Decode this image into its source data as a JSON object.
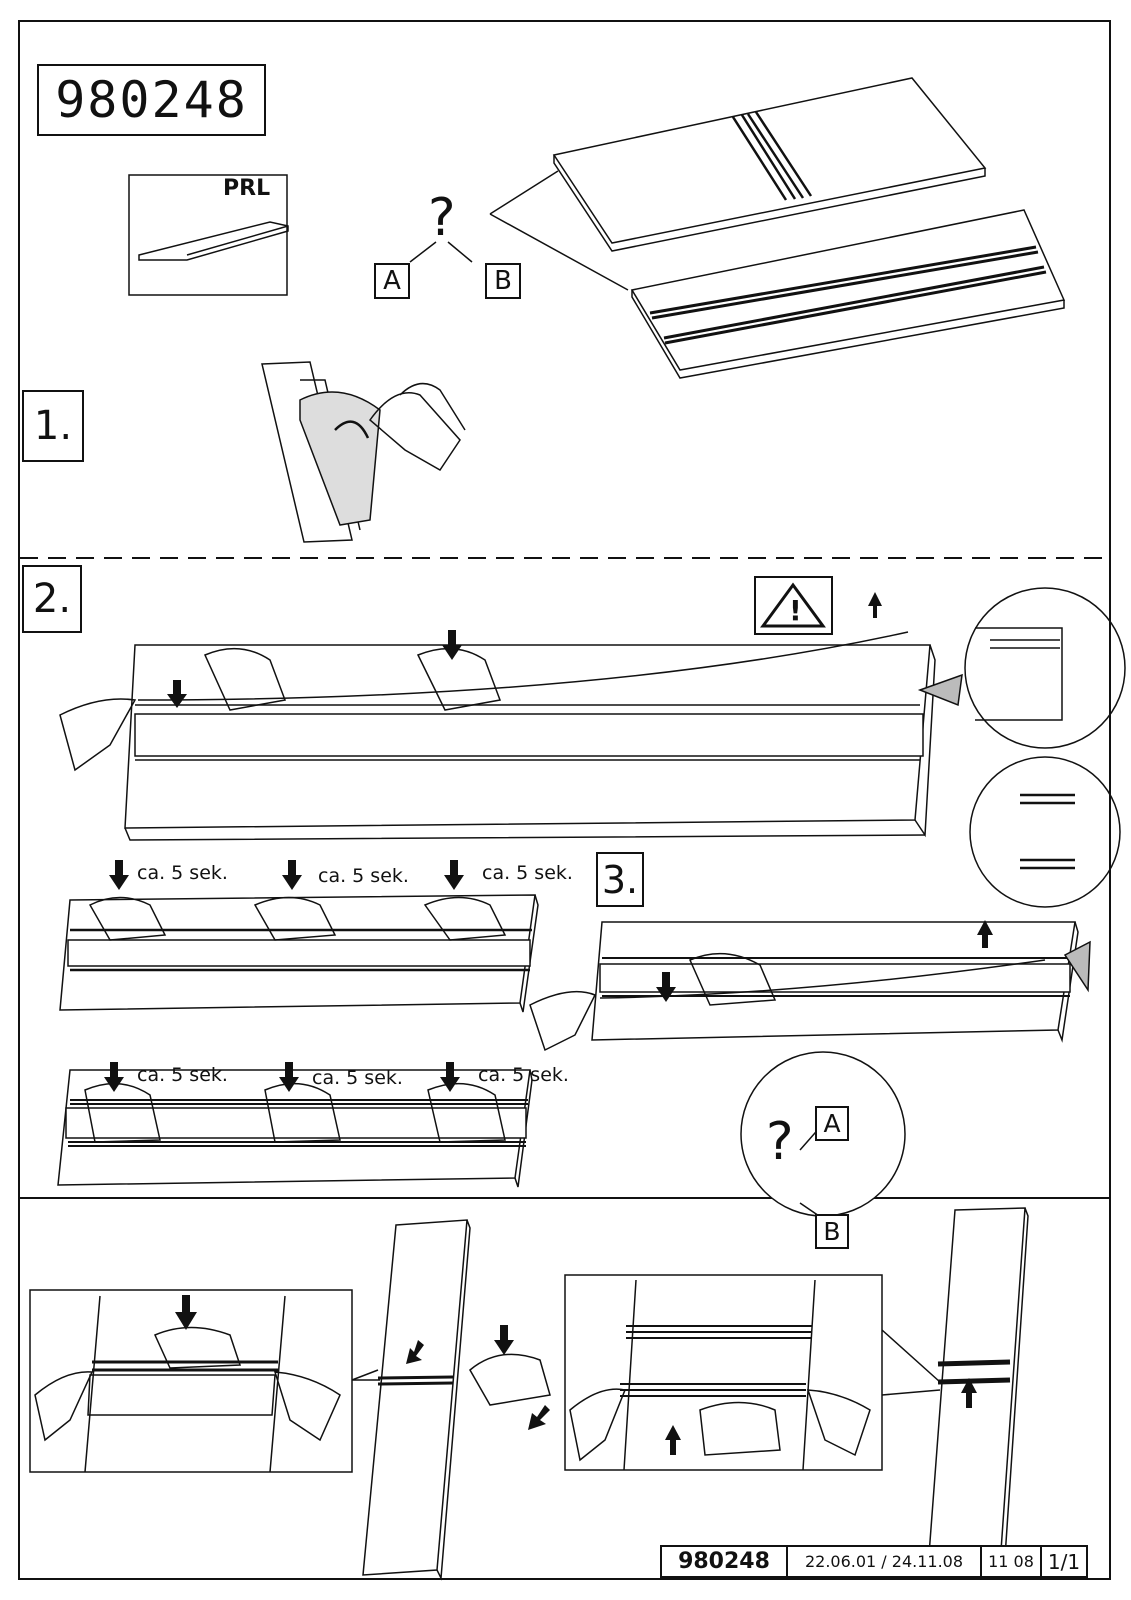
{
  "doc": {
    "article_number": "980248",
    "part_code": "PRL",
    "question_mark": "?",
    "option_a": "A",
    "option_b": "B",
    "steps": {
      "s1": "1.",
      "s2": "2.",
      "s3": "3."
    },
    "warning_symbol": "!",
    "hold_text": "ca. 5 sek.",
    "footer": {
      "number": "980248",
      "dates": "22.06.01 / 24.11.08",
      "code": "11 08",
      "page": "1/1"
    }
  }
}
